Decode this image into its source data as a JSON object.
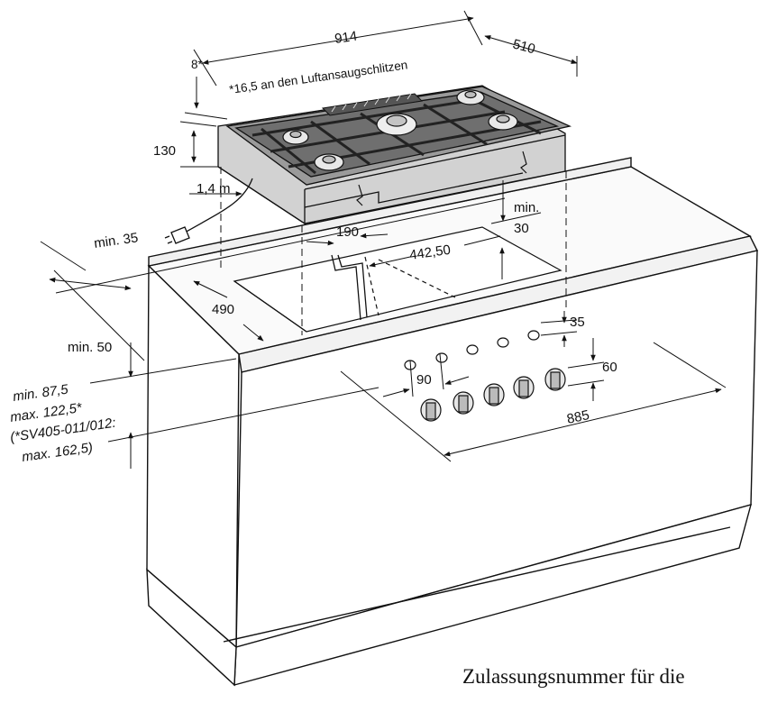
{
  "labels": {
    "width_914": "914",
    "depth_510": "510",
    "dim_8": "8*",
    "air_slot_note": "*16,5 an den Luftansaugschlitzen",
    "height_130": "130",
    "cable_length": "1,4 m",
    "min_35": "min. 35",
    "dim_190": "190",
    "min_30_a": "min.",
    "min_30_b": "30",
    "dim_442": "442,50",
    "dim_490": "490",
    "min_50": "min. 50",
    "dim_35": "35",
    "dim_60": "60",
    "dim_90": "90",
    "dim_885": "885",
    "side_note_1": "min. 87,5",
    "side_note_2": "max. 122,5*",
    "side_note_3": "(*SV405-011/012:",
    "side_note_4": "max. 162,5)"
  },
  "footer_text": "Zulassungsnummer für die"
}
